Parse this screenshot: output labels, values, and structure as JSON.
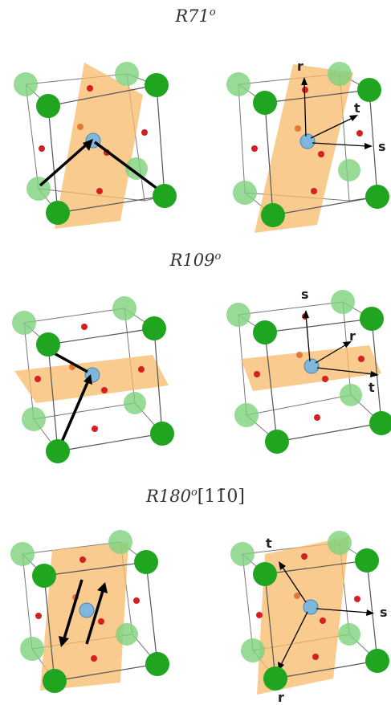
{
  "titles": {
    "r71": {
      "main": "R71",
      "sup": "o"
    },
    "r109": {
      "main": "R109",
      "sup": "o"
    },
    "r180": {
      "main": "R180",
      "sup": "o",
      "direction": "[11̄0]"
    }
  },
  "axis_labels": {
    "r": "r",
    "s": "s",
    "t": "t"
  },
  "colors": {
    "corner_atom": "#1fa51f",
    "center_atom": "#7fb6dc",
    "face_atom": "#d42020",
    "plane": "#f7b96a",
    "cube_edge": "#666666",
    "arrow": "#000000"
  }
}
